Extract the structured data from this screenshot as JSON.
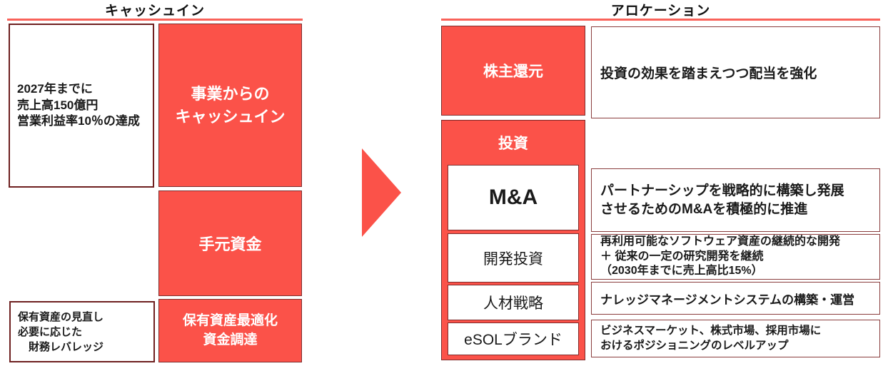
{
  "colors": {
    "accent_red": "#fb5249",
    "underline_red": "#f9625a",
    "border_dark": "#7e2d2d",
    "text_black": "#1a1a1a",
    "text_on_red": "#ffffff"
  },
  "icons": {
    "flow_arrow": "right-triangle-arrow"
  },
  "cash_in": {
    "title": "キャッシュイン",
    "target_note": "2027年までに\n売上高150億円\n営業利益率10％の達成",
    "business_cash_in": "事業からの\nキャッシュイン",
    "cash_on_hand": "手元資金",
    "asset_note": "保有資産の見直し\n必要に応じた\n　財務レバレッジ",
    "asset_optimization": "保有資産最適化\n資金調達"
  },
  "allocation": {
    "title": "アロケーション",
    "shareholder_return": {
      "label": "株主還元",
      "description": "投資の効果を踏まえつつ配当を強化"
    },
    "investment": {
      "label": "投資",
      "items": [
        {
          "label": "M&A",
          "description": "パートナーシップを戦略的に構築し発展\nさせるためのM&Aを積極的に推進"
        },
        {
          "label": "開発投資",
          "description": "再利用可能なソフトウェア資産の継続的な開発\n＋ 従来の一定の研究開発を継続\n（2030年までに売上高比15%）"
        },
        {
          "label": "人材戦略",
          "description": "ナレッジマネージメントシステムの構築・運営"
        },
        {
          "label": "eSOLブランド",
          "description": "ビジネスマーケット、株式市場、採用市場に\nおけるポジショニングのレベルアップ"
        }
      ]
    }
  }
}
